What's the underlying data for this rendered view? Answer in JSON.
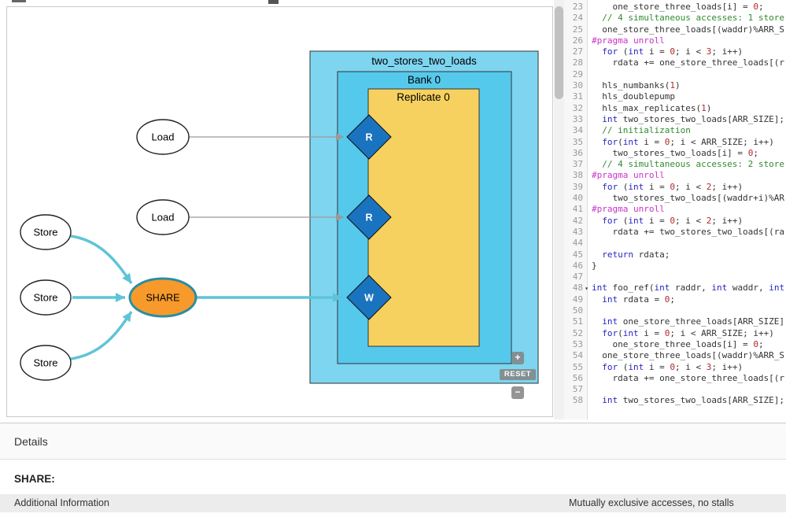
{
  "diagram": {
    "memory_title": "two_stores_two_loads",
    "bank_title": "Bank 0",
    "replicate_title": "Replicate 0",
    "nodes": {
      "load1": "Load",
      "load2": "Load",
      "store1": "Store",
      "store2": "Store",
      "store3": "Store",
      "share": "SHARE"
    },
    "ports": {
      "r1": "R",
      "r2": "R",
      "w": "W"
    },
    "controls": {
      "zoom_in": "+",
      "reset": "RESET",
      "zoom_out": "−"
    },
    "colors": {
      "memory_fill": "#7ed5f0",
      "bank_fill": "#55c9ec",
      "replicate_fill": "#f7d15f",
      "port_fill": "#1a73be",
      "share_fill": "#f79a2b",
      "share_stroke": "#2a8da3",
      "store_edge": "#5fc4d8",
      "load_edge": "#9a9a9a"
    }
  },
  "code": {
    "fold_line": 48,
    "fold_marker": "▾",
    "lines": [
      {
        "n": 23,
        "t": "    one_store_three_loads[i] = 0;"
      },
      {
        "n": 24,
        "t": "  // 4 simultaneous accesses: 1 store"
      },
      {
        "n": 25,
        "t": "  one_store_three_loads[(waddr)%ARR_S"
      },
      {
        "n": 26,
        "t": "#pragma unroll"
      },
      {
        "n": 27,
        "t": "  for (int i = 0; i < 3; i++)"
      },
      {
        "n": 28,
        "t": "    rdata += one_store_three_loads[(r"
      },
      {
        "n": 29,
        "t": ""
      },
      {
        "n": 30,
        "t": "  hls_numbanks(1)"
      },
      {
        "n": 31,
        "t": "  hls_doublepump"
      },
      {
        "n": 32,
        "t": "  hls_max_replicates(1)"
      },
      {
        "n": 33,
        "t": "  int two_stores_two_loads[ARR_SIZE];"
      },
      {
        "n": 34,
        "t": "  // initialization"
      },
      {
        "n": 35,
        "t": "  for(int i = 0; i < ARR_SIZE; i++)"
      },
      {
        "n": 36,
        "t": "    two_stores_two_loads[i] = 0;"
      },
      {
        "n": 37,
        "t": "  // 4 simultaneous accesses: 2 store"
      },
      {
        "n": 38,
        "t": "#pragma unroll"
      },
      {
        "n": 39,
        "t": "  for (int i = 0; i < 2; i++)"
      },
      {
        "n": 40,
        "t": "    two_stores_two_loads[(waddr+i)%AR"
      },
      {
        "n": 41,
        "t": "#pragma unroll"
      },
      {
        "n": 42,
        "t": "  for (int i = 0; i < 2; i++)"
      },
      {
        "n": 43,
        "t": "    rdata += two_stores_two_loads[(ra"
      },
      {
        "n": 44,
        "t": ""
      },
      {
        "n": 45,
        "t": "  return rdata;"
      },
      {
        "n": 46,
        "t": "}"
      },
      {
        "n": 47,
        "t": ""
      },
      {
        "n": 48,
        "t": "int foo_ref(int raddr, int waddr, int"
      },
      {
        "n": 49,
        "t": "  int rdata = 0;"
      },
      {
        "n": 50,
        "t": ""
      },
      {
        "n": 51,
        "t": "  int one_store_three_loads[ARR_SIZE];"
      },
      {
        "n": 52,
        "t": "  for(int i = 0; i < ARR_SIZE; i++)"
      },
      {
        "n": 53,
        "t": "    one_store_three_loads[i] = 0;"
      },
      {
        "n": 54,
        "t": "  one_store_three_loads[(waddr)%ARR_S"
      },
      {
        "n": 55,
        "t": "  for (int i = 0; i < 3; i++)"
      },
      {
        "n": 56,
        "t": "    rdata += one_store_three_loads[(r"
      },
      {
        "n": 57,
        "t": ""
      },
      {
        "n": 58,
        "t": "  int two_stores_two_loads[ARR_SIZE];"
      }
    ]
  },
  "details": {
    "title": "Details",
    "selected_node": "SHARE:",
    "rows": [
      {
        "label": "Additional Information",
        "value": "Mutually exclusive accesses, no stalls"
      }
    ]
  }
}
